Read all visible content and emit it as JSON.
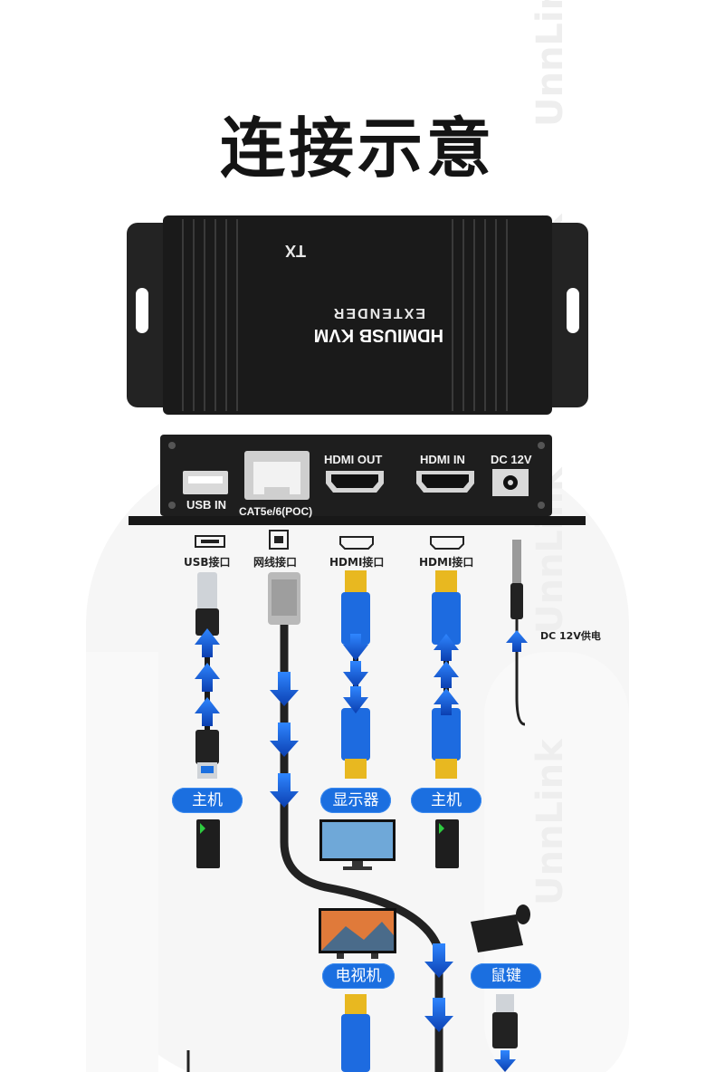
{
  "title": "连接示意",
  "watermark": "UnnLink",
  "device": {
    "top_label": "TX",
    "brand_line1": "HDMIUSB KVM",
    "brand_line2": "EXTENDER"
  },
  "ports": {
    "usb_in": "USB IN",
    "cat": "CAT5e/6(POC)",
    "hdmi_out": "HDMI OUT",
    "hdmi_in": "HDMI IN",
    "dc": "DC 12V"
  },
  "interfaces": {
    "usb": "USB接口",
    "net": "网线接口",
    "hdmi1": "HDMI接口",
    "hdmi2": "HDMI接口",
    "dc_power": "DC 12V供电"
  },
  "devices": {
    "host1": "主机",
    "monitor": "显示器",
    "host2": "主机",
    "tv": "电视机",
    "kbm": "鼠键"
  },
  "colors": {
    "accent": "#1b6fe0",
    "device_body": "#1e1e1e",
    "gold": "#e8b820"
  }
}
